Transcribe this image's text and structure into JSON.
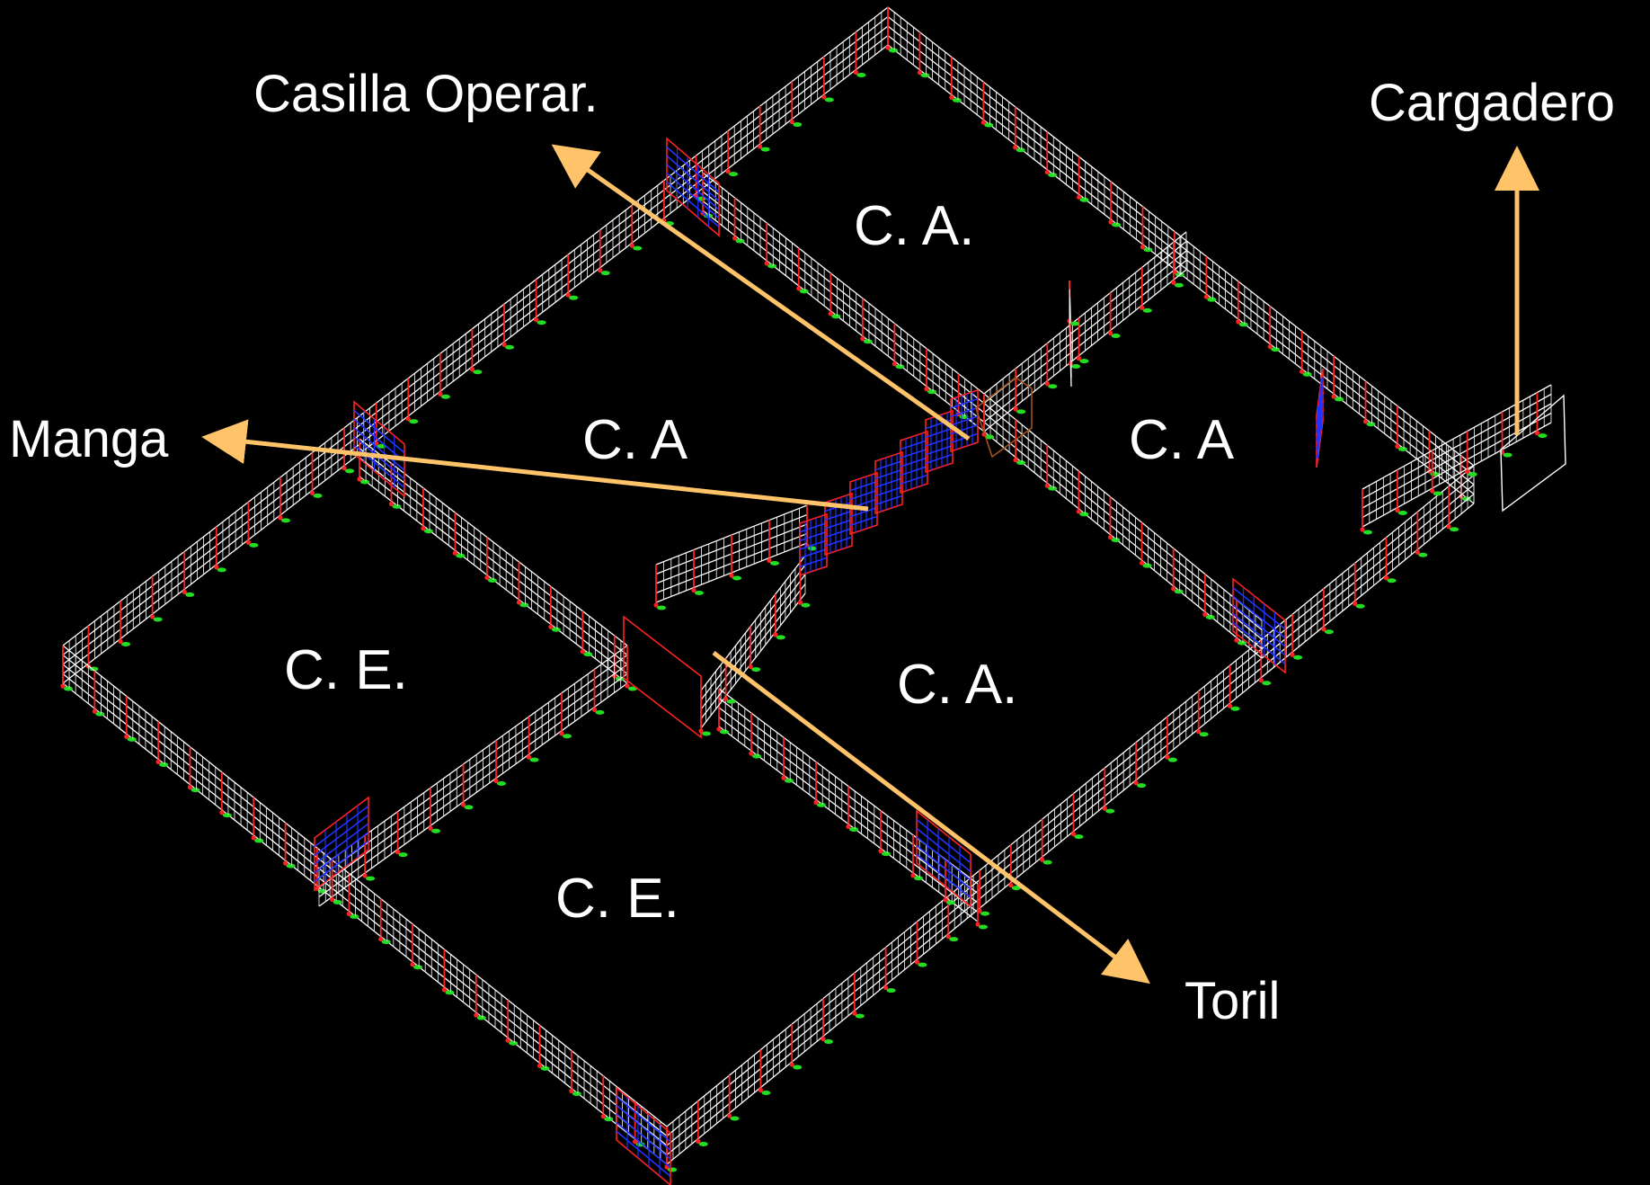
{
  "annotations": {
    "casilla": "Casilla Operar.",
    "cargadero": "Cargadero",
    "manga": "Manga",
    "toril": "Toril"
  },
  "zones": {
    "ca_top": "C. A.",
    "ca_center_left": "C. A",
    "ca_right": "C. A",
    "ca_center": "C. A.",
    "ce_left": "C. E.",
    "ce_bottom": "C. E."
  },
  "colors": {
    "background": "#000000",
    "fence": "#ffffff",
    "post": "#ff2020",
    "foot": "#22dd22",
    "gate_frame": "#ff2020",
    "gate_bars": "#2233ff",
    "arrow": "#ffc36a",
    "text": "#ffffff"
  }
}
